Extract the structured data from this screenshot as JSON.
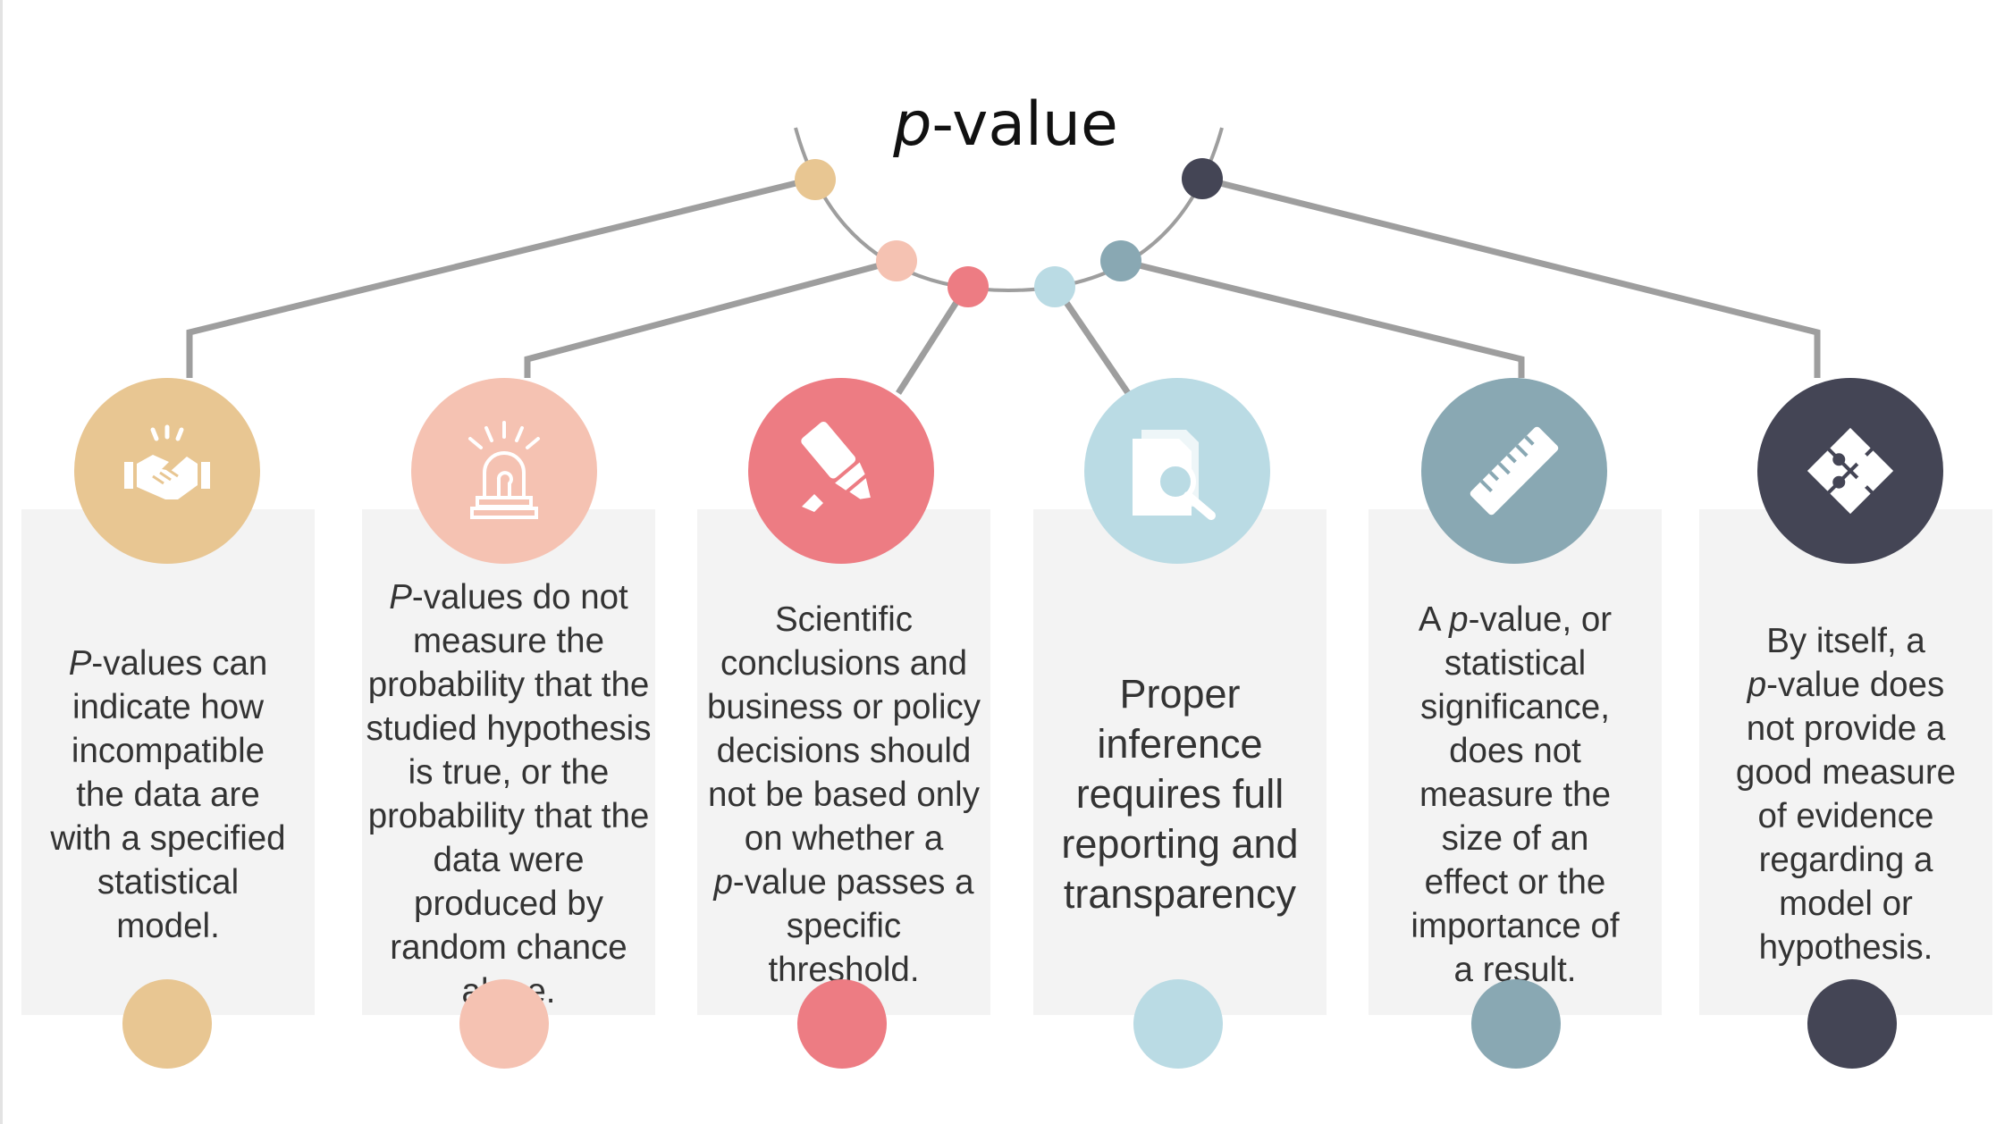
{
  "title": {
    "prefix": "p",
    "suffix": "-value"
  },
  "cards": [
    {
      "icon": "handshake-icon",
      "color": "#e8c692",
      "lines": [
        [
          "P",
          "-values can"
        ],
        "indicate how",
        "incompatible",
        "the data are",
        "with a specified",
        "statistical",
        "model."
      ]
    },
    {
      "icon": "alarm-light-icon",
      "color": "#f5c2b2",
      "lines": [
        [
          "P",
          "-values do not"
        ],
        "measure the",
        "probability that the",
        "studied hypothesis",
        "is true, or the",
        "probability that the",
        "data were",
        "produced by",
        "random chance",
        "alone."
      ]
    },
    {
      "icon": "highlighter-icon",
      "color": "#ed7c83",
      "lines": [
        "Scientific",
        "conclusions and",
        "business or policy",
        "decisions should",
        "not be based only",
        "on whether a",
        [
          "p",
          "-value passes a"
        ],
        "specific",
        "threshold."
      ]
    },
    {
      "icon": "document-search-icon",
      "color": "#badbe4",
      "big": true,
      "lines": [
        "Proper",
        "inference",
        "requires full",
        "reporting and",
        "transparency"
      ]
    },
    {
      "icon": "ruler-icon",
      "color": "#89a8b3",
      "lines": [
        [
          "A ",
          "p",
          "-value, or"
        ],
        "statistical",
        "significance,",
        "does not",
        "measure the",
        "size of an",
        "effect or the",
        "importance of",
        "a result."
      ]
    },
    {
      "icon": "puzzle-icon",
      "color": "#444555",
      "lines": [
        "By itself, a",
        [
          "p",
          "-value does"
        ],
        "not provide a",
        "good measure",
        "of evidence",
        "regarding a",
        "model or",
        "hypothesis."
      ]
    }
  ]
}
